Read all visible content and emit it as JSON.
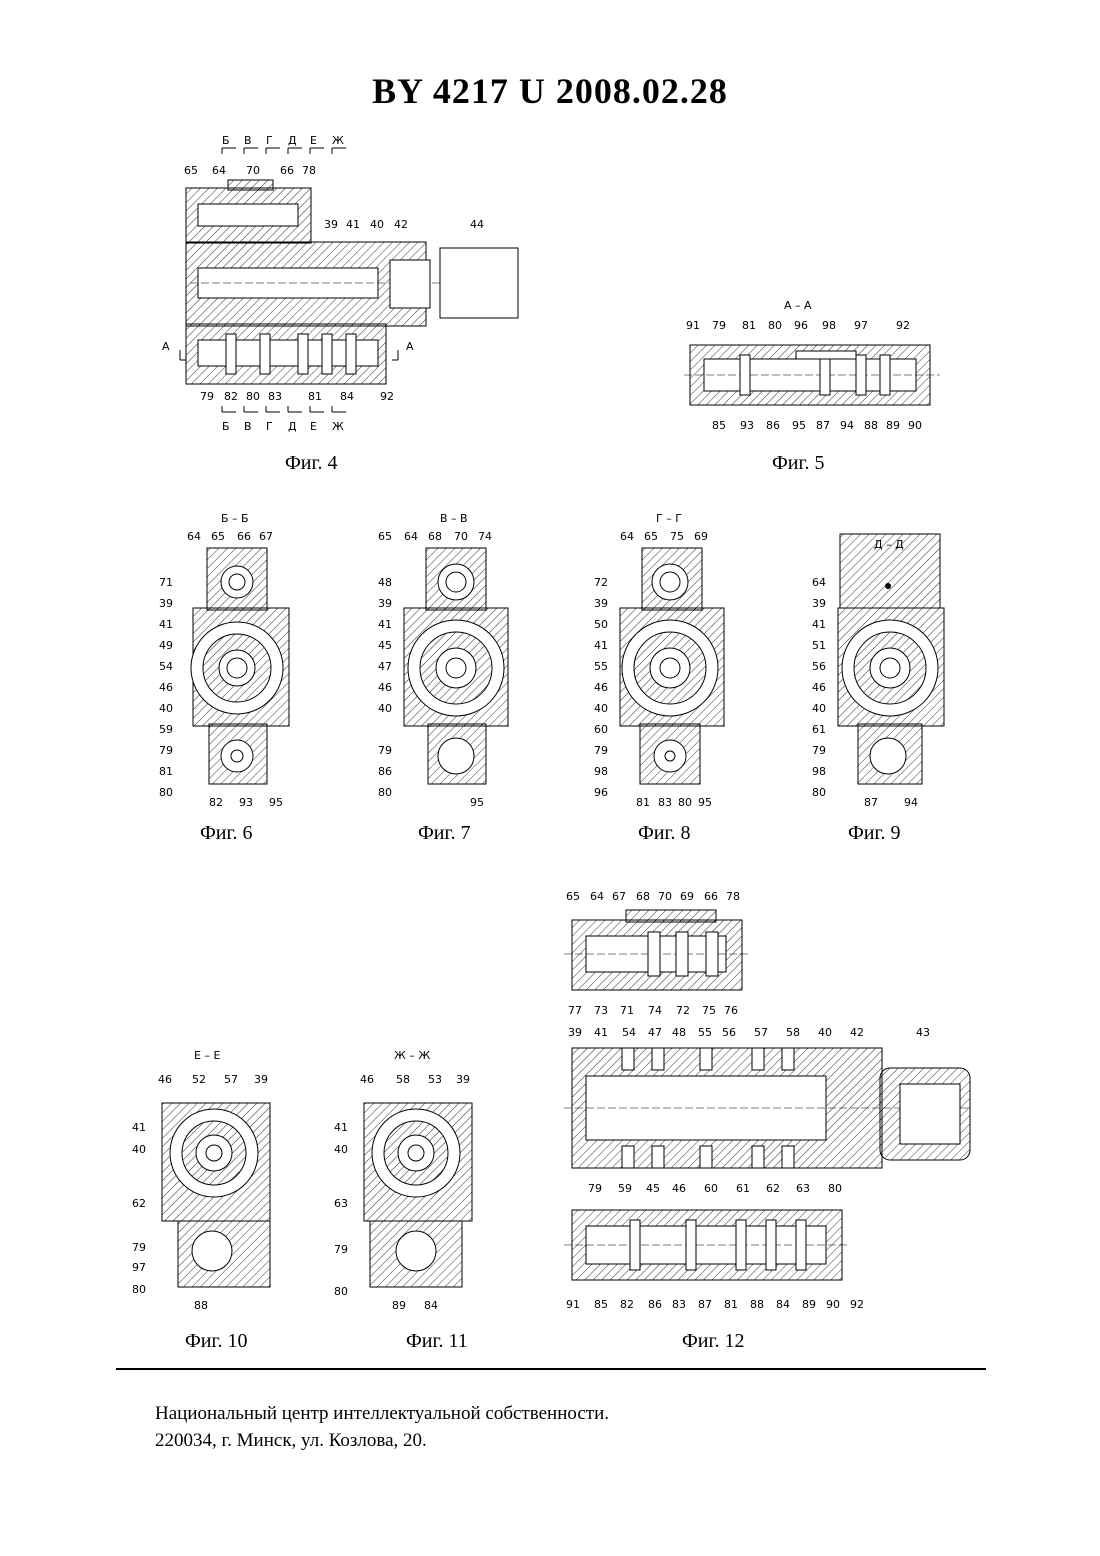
{
  "header": {
    "title": "BY  4217  U  2008.02.28"
  },
  "figures": {
    "fig4": {
      "caption": "Фиг. 4",
      "section_marks_top": [
        "Б",
        "В",
        "Г",
        "Д",
        "Е",
        "Ж"
      ],
      "section_marks_bottom": [
        "Б",
        "В",
        "Г",
        "Д",
        "Е",
        "Ж"
      ],
      "section_a_left": "А",
      "section_a_right": "А",
      "labels_top": [
        "65",
        "64",
        "70",
        "66",
        "78"
      ],
      "labels_mid": [
        "39",
        "41",
        "40",
        "42",
        "44"
      ],
      "labels_bottom": [
        "79",
        "82",
        "80",
        "83",
        "81",
        "84",
        "92"
      ]
    },
    "fig5": {
      "caption": "Фиг. 5",
      "section_title": "А – А",
      "labels_top": [
        "91",
        "79",
        "81",
        "80",
        "96",
        "98",
        "97",
        "92"
      ],
      "labels_bottom": [
        "85",
        "93",
        "86",
        "95",
        "87",
        "94",
        "88",
        "89",
        "90"
      ]
    },
    "fig6": {
      "caption": "Фиг. 6",
      "section_title": "Б – Б",
      "labels_top": [
        "64",
        "65",
        "66",
        "67"
      ],
      "labels_left": [
        "71",
        "39",
        "41",
        "49",
        "54",
        "46",
        "40",
        "59",
        "79",
        "81",
        "80"
      ],
      "labels_bottom": [
        "82",
        "93",
        "95"
      ]
    },
    "fig7": {
      "caption": "Фиг. 7",
      "section_title": "В – В",
      "labels_top": [
        "65",
        "64",
        "68",
        "70",
        "74"
      ],
      "labels_left": [
        "48",
        "39",
        "41",
        "45",
        "47",
        "46",
        "40",
        "79",
        "86",
        "80"
      ],
      "labels_bottom": [
        "95"
      ]
    },
    "fig8": {
      "caption": "Фиг. 8",
      "section_title": "Г – Г",
      "labels_top": [
        "64",
        "65",
        "75",
        "69"
      ],
      "labels_left": [
        "72",
        "39",
        "50",
        "41",
        "55",
        "46",
        "40",
        "60",
        "79",
        "98",
        "96"
      ],
      "labels_bottom": [
        "81",
        "83",
        "80",
        "95"
      ]
    },
    "fig9": {
      "caption": "Фиг. 9",
      "section_title": "Д – Д",
      "labels_left": [
        "64",
        "39",
        "41",
        "51",
        "56",
        "46",
        "40",
        "61",
        "79",
        "98",
        "80"
      ],
      "labels_bottom": [
        "87",
        "94"
      ]
    },
    "fig10": {
      "caption": "Фиг. 10",
      "section_title": "Е – Е",
      "labels_top": [
        "46",
        "52",
        "57",
        "39"
      ],
      "labels_left": [
        "41",
        "40",
        "62",
        "79",
        "97",
        "80"
      ],
      "labels_bottom": [
        "88"
      ]
    },
    "fig11": {
      "caption": "Фиг. 11",
      "section_title": "Ж – Ж",
      "labels_top": [
        "46",
        "58",
        "53",
        "39"
      ],
      "labels_left": [
        "41",
        "40",
        "63",
        "79",
        "80"
      ],
      "labels_bottom": [
        "89",
        "84"
      ]
    },
    "fig12": {
      "caption": "Фиг. 12",
      "labels_top1": [
        "65",
        "64",
        "67",
        "68",
        "70",
        "69",
        "66",
        "78"
      ],
      "labels_mid1": [
        "77",
        "73",
        "71",
        "74",
        "72",
        "75",
        "76"
      ],
      "labels_top2": [
        "39",
        "41",
        "54",
        "47",
        "48",
        "55",
        "56",
        "57",
        "58",
        "40",
        "42",
        "43"
      ],
      "labels_mid2": [
        "59",
        "45",
        "46",
        "60",
        "61",
        "62",
        "63",
        "80"
      ],
      "label_79": "79",
      "labels_bottom": [
        "91",
        "85",
        "82",
        "86",
        "83",
        "87",
        "81",
        "88",
        "84",
        "89",
        "90",
        "92"
      ]
    }
  },
  "footer": {
    "line1": "Национальный центр интеллектуальной собственности.",
    "line2": "220034, г. Минск, ул. Козлова, 20."
  }
}
